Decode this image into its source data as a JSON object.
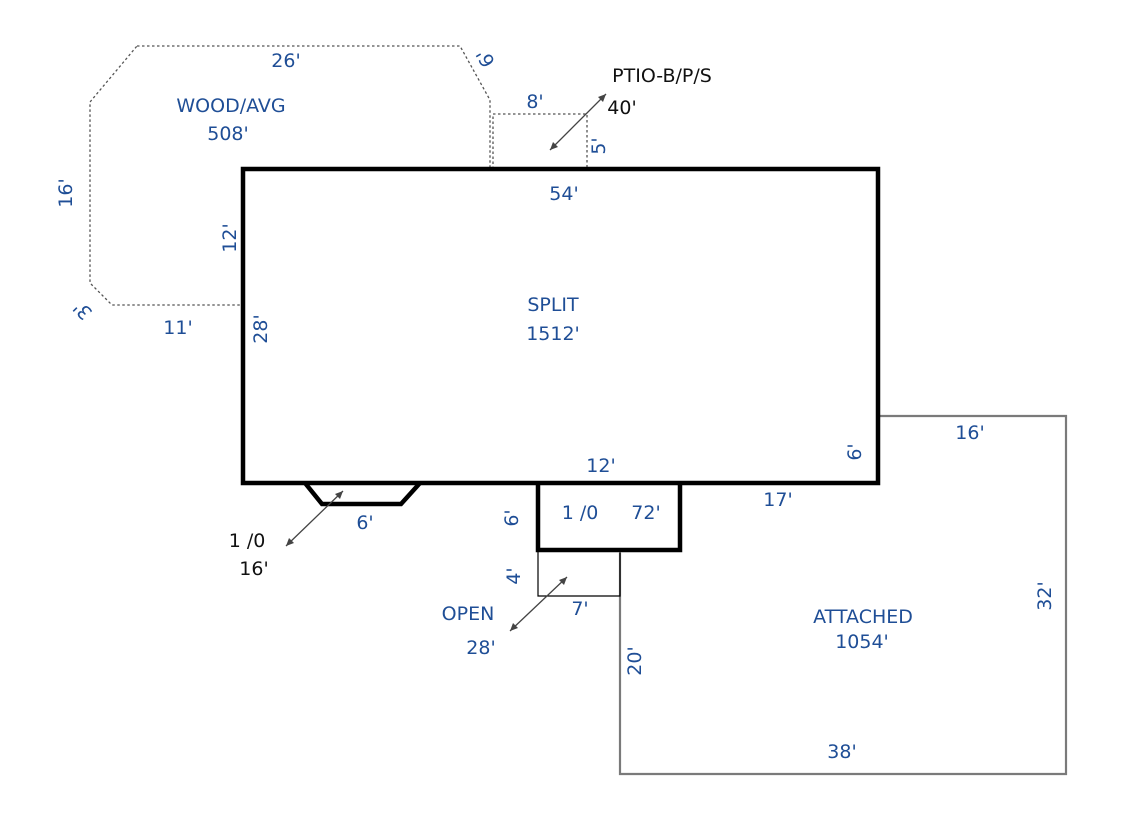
{
  "areas": {
    "deck": {
      "name": "WOOD/AVG",
      "area": "508'"
    },
    "patio": {
      "name": "PTIO-B/P/S",
      "area": "40'"
    },
    "main": {
      "name": "SPLIT",
      "area": "1512'"
    },
    "bay": {
      "name": "1 /0",
      "area": "16'"
    },
    "stoop": {
      "name": "1 /0",
      "area": "72'"
    },
    "porch": {
      "name": "OPEN",
      "area": "28'"
    },
    "garage": {
      "name": "ATTACHED",
      "area": "1054'"
    }
  },
  "dimensions": {
    "deck_top": "26'",
    "deck_diag_top": "6'",
    "deck_left": "16'",
    "deck_diag_bottom": "3'",
    "deck_bottom": "11'",
    "deck_inner": "12'",
    "patio_top": "8'",
    "patio_right": "5'",
    "main_top": "54'",
    "main_left": "28'",
    "main_bottom_mid": "12'",
    "main_right_small": "6'",
    "bay_bottom": "6'",
    "stoop_left": "6'",
    "porch_left": "4'",
    "porch_bottom": "7'",
    "garage_top": "16'",
    "garage_top_left": "17'",
    "garage_right": "32'",
    "garage_left": "20'",
    "garage_bottom": "38'"
  }
}
